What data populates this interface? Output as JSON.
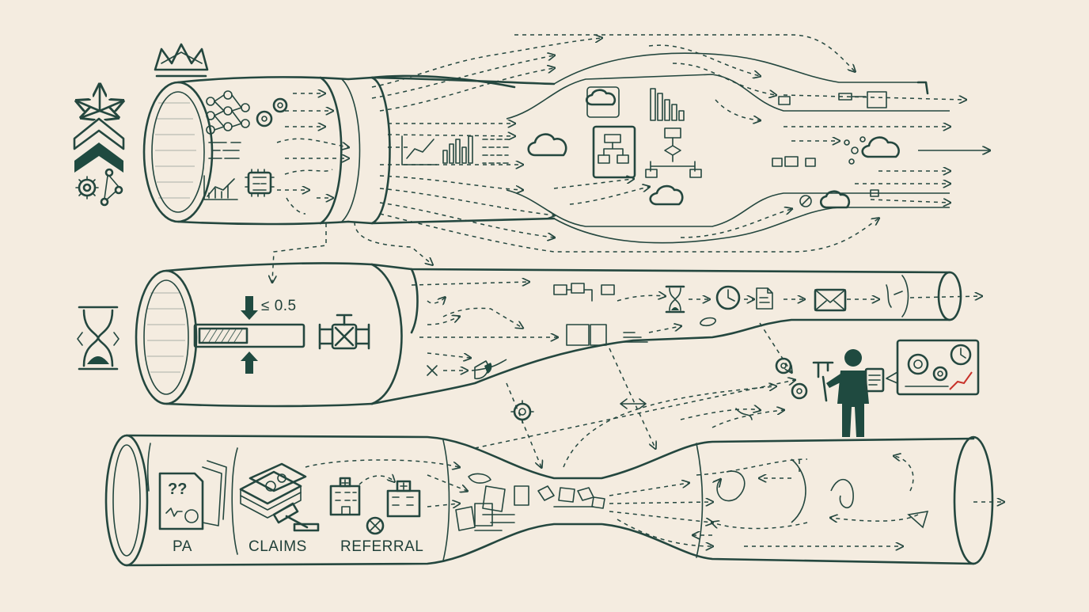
{
  "pipelines": {
    "middle": {
      "gauge_text": "≤ 0.5"
    },
    "bottom": {
      "labels": {
        "pa": "PA",
        "claims": "CLAIMS",
        "referral": "REFERRAL"
      }
    }
  },
  "colors": {
    "background": "#f4ece0",
    "ink": "#24473f",
    "dark_fill": "#1f4a40",
    "accent_red": "#c8322a"
  },
  "icons": [
    "crown-icon",
    "expand-arrows-icon",
    "chevron-stack-icon",
    "gears-network-icon",
    "hourglass-icon",
    "neural-net-icon",
    "gear-icon",
    "document-lines-icon",
    "line-chart-icon",
    "chip-icon",
    "bar-chart-icon",
    "binary-data-icon",
    "cloud-icon",
    "flowchart-icon",
    "valve-icon",
    "clock-icon",
    "envelope-icon",
    "person-with-caliper-icon",
    "dashboard-icon",
    "hospital-icon",
    "money-stack-icon",
    "gavel-icon",
    "document-question-icon"
  ]
}
